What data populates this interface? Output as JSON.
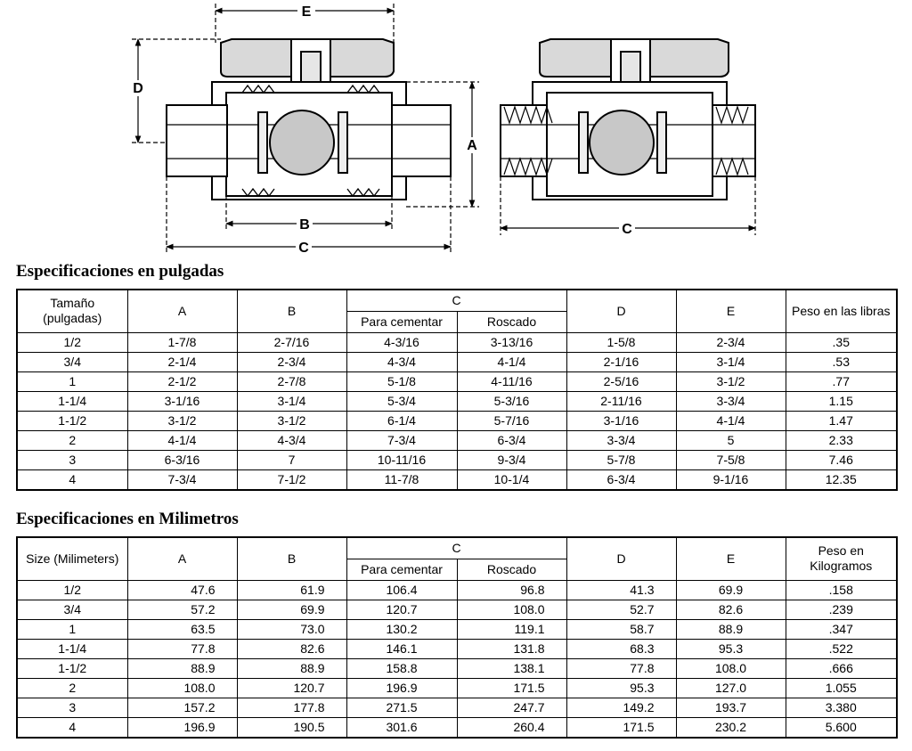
{
  "drawing": {
    "labels": {
      "E": "E",
      "D": "D",
      "A": "A",
      "B": "B",
      "C": "C",
      "C2": "C"
    }
  },
  "inch": {
    "title": "Especificaciones en pulgadas",
    "headers": {
      "size": "Tamaño (pulgadas)",
      "a": "A",
      "b": "B",
      "c": "C",
      "c_cement": "Para cementar",
      "c_thread": "Roscado",
      "d": "D",
      "e": "E",
      "weight": "Peso en las libras"
    },
    "rows": [
      [
        "1/2",
        "1-7/8",
        "2-7/16",
        "4-3/16",
        "3-13/16",
        "1-5/8",
        "2-3/4",
        ".35"
      ],
      [
        "3/4",
        "2-1/4",
        "2-3/4",
        "4-3/4",
        "4-1/4",
        "2-1/16",
        "3-1/4",
        ".53"
      ],
      [
        "1",
        "2-1/2",
        "2-7/8",
        "5-1/8",
        "4-11/16",
        "2-5/16",
        "3-1/2",
        ".77"
      ],
      [
        "1-1/4",
        "3-1/16",
        "3-1/4",
        "5-3/4",
        "5-3/16",
        "2-11/16",
        "3-3/4",
        "1.15"
      ],
      [
        "1-1/2",
        "3-1/2",
        "3-1/2",
        "6-1/4",
        "5-7/16",
        "3-1/16",
        "4-1/4",
        "1.47"
      ],
      [
        "2",
        "4-1/4",
        "4-3/4",
        "7-3/4",
        "6-3/4",
        "3-3/4",
        "5",
        "2.33"
      ],
      [
        "3",
        "6-3/16",
        "7",
        "10-11/16",
        "9-3/4",
        "5-7/8",
        "7-5/8",
        "7.46"
      ],
      [
        "4",
        "7-3/4",
        "7-1/2",
        "11-7/8",
        "10-1/4",
        "6-3/4",
        "9-1/16",
        "12.35"
      ]
    ]
  },
  "mm": {
    "title": "Especificaciones en Milimetros",
    "headers": {
      "size": "Size (Milimeters)",
      "a": "A",
      "b": "B",
      "c": "C",
      "c_cement": "Para cementar",
      "c_thread": "Roscado",
      "d": "D",
      "e": "E",
      "weight": "Peso en Kilogramos"
    },
    "rows": [
      [
        "1/2",
        "47.6",
        "61.9",
        "106.4",
        "96.8",
        "41.3",
        "69.9",
        ".158"
      ],
      [
        "3/4",
        "57.2",
        "69.9",
        "120.7",
        "108.0",
        "52.7",
        "82.6",
        ".239"
      ],
      [
        "1",
        "63.5",
        "73.0",
        "130.2",
        "119.1",
        "58.7",
        "88.9",
        ".347"
      ],
      [
        "1-1/4",
        "77.8",
        "82.6",
        "146.1",
        "131.8",
        "68.3",
        "95.3",
        ".522"
      ],
      [
        "1-1/2",
        "88.9",
        "88.9",
        "158.8",
        "138.1",
        "77.8",
        "108.0",
        ".666"
      ],
      [
        "2",
        "108.0",
        "120.7",
        "196.9",
        "171.5",
        "95.3",
        "127.0",
        "1.055"
      ],
      [
        "3",
        "157.2",
        "177.8",
        "271.5",
        "247.7",
        "149.2",
        "193.7",
        "3.380"
      ],
      [
        "4",
        "196.9",
        "190.5",
        "301.6",
        "260.4",
        "171.5",
        "230.2",
        "5.600"
      ]
    ]
  }
}
